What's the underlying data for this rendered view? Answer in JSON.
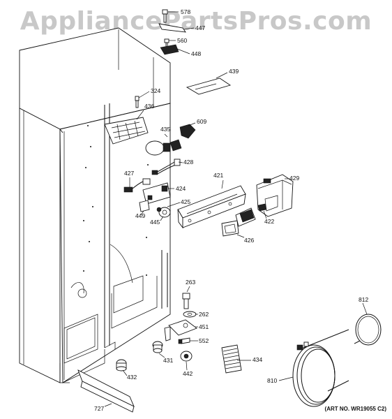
{
  "watermark": "AppliancePartsPros.com",
  "art_number": "(ART NO. WR19055 C2)",
  "callouts": {
    "p578": "578",
    "p447": "447",
    "p560": "560",
    "p448": "448",
    "p439": "439",
    "p324": "324",
    "p436": "436",
    "p609": "609",
    "p435": "435",
    "p427": "427",
    "p428": "428",
    "p421": "421",
    "p429": "429",
    "p424": "424",
    "p425": "425",
    "p449": "449",
    "p445": "445",
    "p422": "422",
    "p426": "426",
    "p263": "263",
    "p262": "262",
    "p451": "451",
    "p552": "552",
    "p431": "431",
    "p442": "442",
    "p434": "434",
    "p432": "432",
    "p727": "727",
    "p812": "812",
    "p810": "810"
  }
}
